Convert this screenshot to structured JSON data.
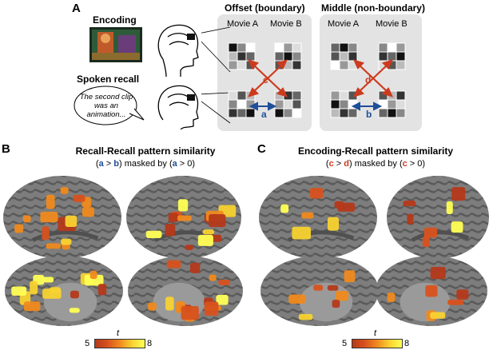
{
  "panels": {
    "A": "A",
    "B": "B",
    "C": "C"
  },
  "schematic": {
    "encoding_label": "Encoding",
    "recall_label": "Spoken recall",
    "speech_text": "The second clip was an animation...",
    "offset_title": "Offset (boundary)",
    "middle_title": "Middle (non-boundary)",
    "movie_a": "Movie A",
    "movie_b": "Movie B",
    "arrow_a": "a",
    "arrow_b": "b",
    "arrow_c": "c",
    "arrow_d": "d"
  },
  "panel_b": {
    "title": "Recall-Recall pattern similarity",
    "sub_open": "(",
    "sub_a1": "a",
    "sub_gt": " > ",
    "sub_b": "b",
    "sub_mid": ") masked by (",
    "sub_a2": "a",
    "sub_end": " > 0)"
  },
  "panel_c": {
    "title": "Encoding-Recall pattern similarity",
    "sub_open": "(",
    "sub_c1": "c",
    "sub_gt": " > ",
    "sub_d": "d",
    "sub_mid": ") masked by (",
    "sub_c2": "c",
    "sub_end": " > 0)"
  },
  "colorbar": {
    "label": "t",
    "min": "5",
    "max": "8",
    "colors": [
      "#b5391a",
      "#d8521e",
      "#f08a1e",
      "#f8d230",
      "#ffff55"
    ]
  }
}
